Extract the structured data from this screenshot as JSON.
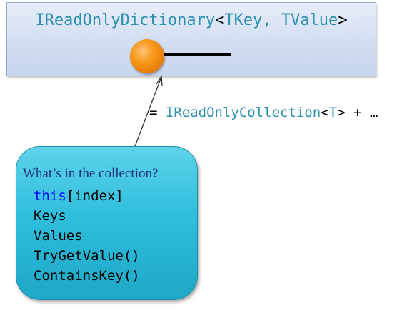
{
  "interface_box": {
    "name_part": "IReadOnlyDictionary",
    "open_bracket": "<",
    "type_params": "TKey, TValue",
    "close_bracket": ">"
  },
  "equals_note": {
    "prefix": "= ",
    "name_part": "IReadOnlyCollection",
    "open_bracket": "<",
    "type_param": "T",
    "suffix": "> + …"
  },
  "callout": {
    "title": "What’s in the collection?",
    "indexer": {
      "keyword": "this",
      "rest": "[index]"
    },
    "members": [
      "Keys",
      "Values",
      "TryGetValue()",
      "ContainsKey()"
    ]
  },
  "colors": {
    "type_name": "#2b91af",
    "keyword": "#0000ff",
    "callout_fill": "#2fbedc",
    "lollipop": "#f89a1c",
    "box_fill": "#d3def2"
  }
}
